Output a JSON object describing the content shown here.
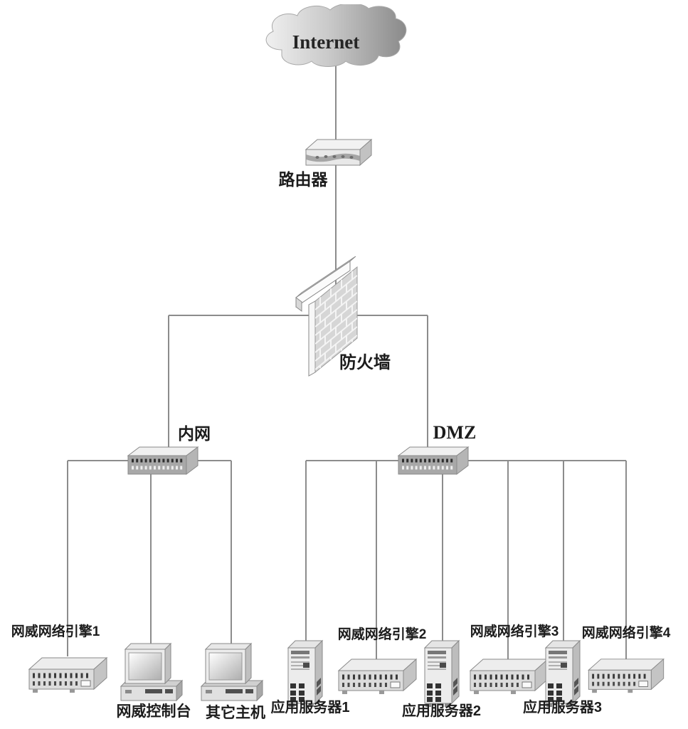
{
  "diagram_type": "network-topology",
  "nodes": {
    "internet": {
      "label": "Internet",
      "kind": "cloud"
    },
    "router": {
      "label": "路由器",
      "kind": "router"
    },
    "firewall": {
      "label": "防火墙",
      "kind": "firewall"
    },
    "intranet_switch": {
      "label": "内网",
      "kind": "switch"
    },
    "dmz_switch": {
      "label": "DMZ",
      "kind": "switch"
    },
    "engine1": {
      "label": "网威网络引擎1",
      "kind": "rack-appliance"
    },
    "console": {
      "label": "网威控制台",
      "kind": "desktop"
    },
    "other_host": {
      "label": "其它主机",
      "kind": "desktop"
    },
    "app_server1": {
      "label": "应用服务器1",
      "kind": "tower-server"
    },
    "engine2": {
      "label": "网威网络引擎2",
      "kind": "rack-appliance"
    },
    "app_server2": {
      "label": "应用服务器2",
      "kind": "tower-server"
    },
    "engine3": {
      "label": "网威网络引擎3",
      "kind": "rack-appliance"
    },
    "app_server3": {
      "label": "应用服务器3",
      "kind": "tower-server"
    },
    "engine4": {
      "label": "网威网络引擎4",
      "kind": "rack-appliance"
    }
  },
  "edges": [
    {
      "from": "internet",
      "to": "router"
    },
    {
      "from": "router",
      "to": "firewall"
    },
    {
      "from": "firewall",
      "to": "intranet_switch"
    },
    {
      "from": "firewall",
      "to": "dmz_switch"
    },
    {
      "from": "intranet_switch",
      "to": "engine1"
    },
    {
      "from": "intranet_switch",
      "to": "console"
    },
    {
      "from": "intranet_switch",
      "to": "other_host"
    },
    {
      "from": "dmz_switch",
      "to": "app_server1"
    },
    {
      "from": "dmz_switch",
      "to": "engine2"
    },
    {
      "from": "dmz_switch",
      "to": "app_server2"
    },
    {
      "from": "dmz_switch",
      "to": "engine3"
    },
    {
      "from": "dmz_switch",
      "to": "app_server3"
    },
    {
      "from": "dmz_switch",
      "to": "engine4"
    }
  ],
  "colors": {
    "background": "#ffffff",
    "line": "#8c8c8c",
    "label": "#1c1c1c"
  }
}
